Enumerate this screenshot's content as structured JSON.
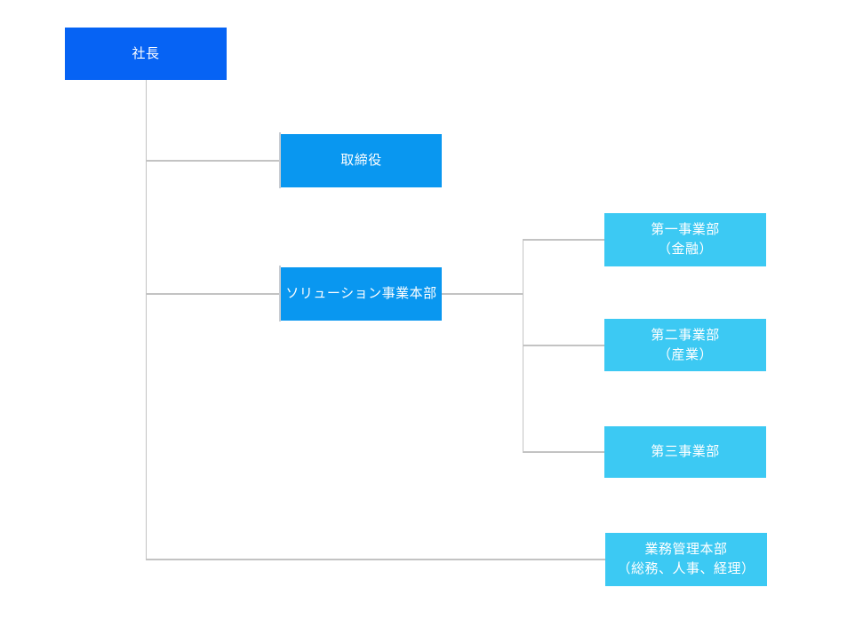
{
  "org_chart": {
    "type": "organization-chart",
    "nodes": [
      {
        "id": "president",
        "label": "社長",
        "sublabel": "",
        "depth": 1,
        "color": "#0663f4"
      },
      {
        "id": "director",
        "label": "取締役",
        "sublabel": "",
        "depth": 2,
        "color": "#0997f0"
      },
      {
        "id": "solution",
        "label": "ソリューション事業本部",
        "sublabel": "",
        "depth": 2,
        "color": "#0997f0"
      },
      {
        "id": "division1",
        "label": "第一事業部",
        "sublabel": "（金融）",
        "depth": 3,
        "color": "#3cc9f3"
      },
      {
        "id": "division2",
        "label": "第二事業部",
        "sublabel": "（産業）",
        "depth": 3,
        "color": "#3cc9f3"
      },
      {
        "id": "division3",
        "label": "第三事業部",
        "sublabel": "",
        "depth": 3,
        "color": "#3cc9f3"
      },
      {
        "id": "admin",
        "label": "業務管理本部",
        "sublabel": "（総務、人事、経理）",
        "depth": 2,
        "color": "#3cc9f3"
      }
    ],
    "edges": [
      {
        "from": "社長",
        "to": "取締役"
      },
      {
        "from": "社長",
        "to": "ソリューション事業本部"
      },
      {
        "from": "社長",
        "to": "業務管理本部"
      },
      {
        "from": "ソリューション事業本部",
        "to": "第一事業部"
      },
      {
        "from": "ソリューション事業本部",
        "to": "第二事業部"
      },
      {
        "from": "ソリューション事業本部",
        "to": "第三事業部"
      }
    ],
    "colors": {
      "level1_box": "#0663f4",
      "level2_box": "#0997f0",
      "level3_box": "#3cc9f3",
      "connector": "#c3c3c3",
      "text": "#ffffff",
      "background": "#ffffff"
    }
  }
}
